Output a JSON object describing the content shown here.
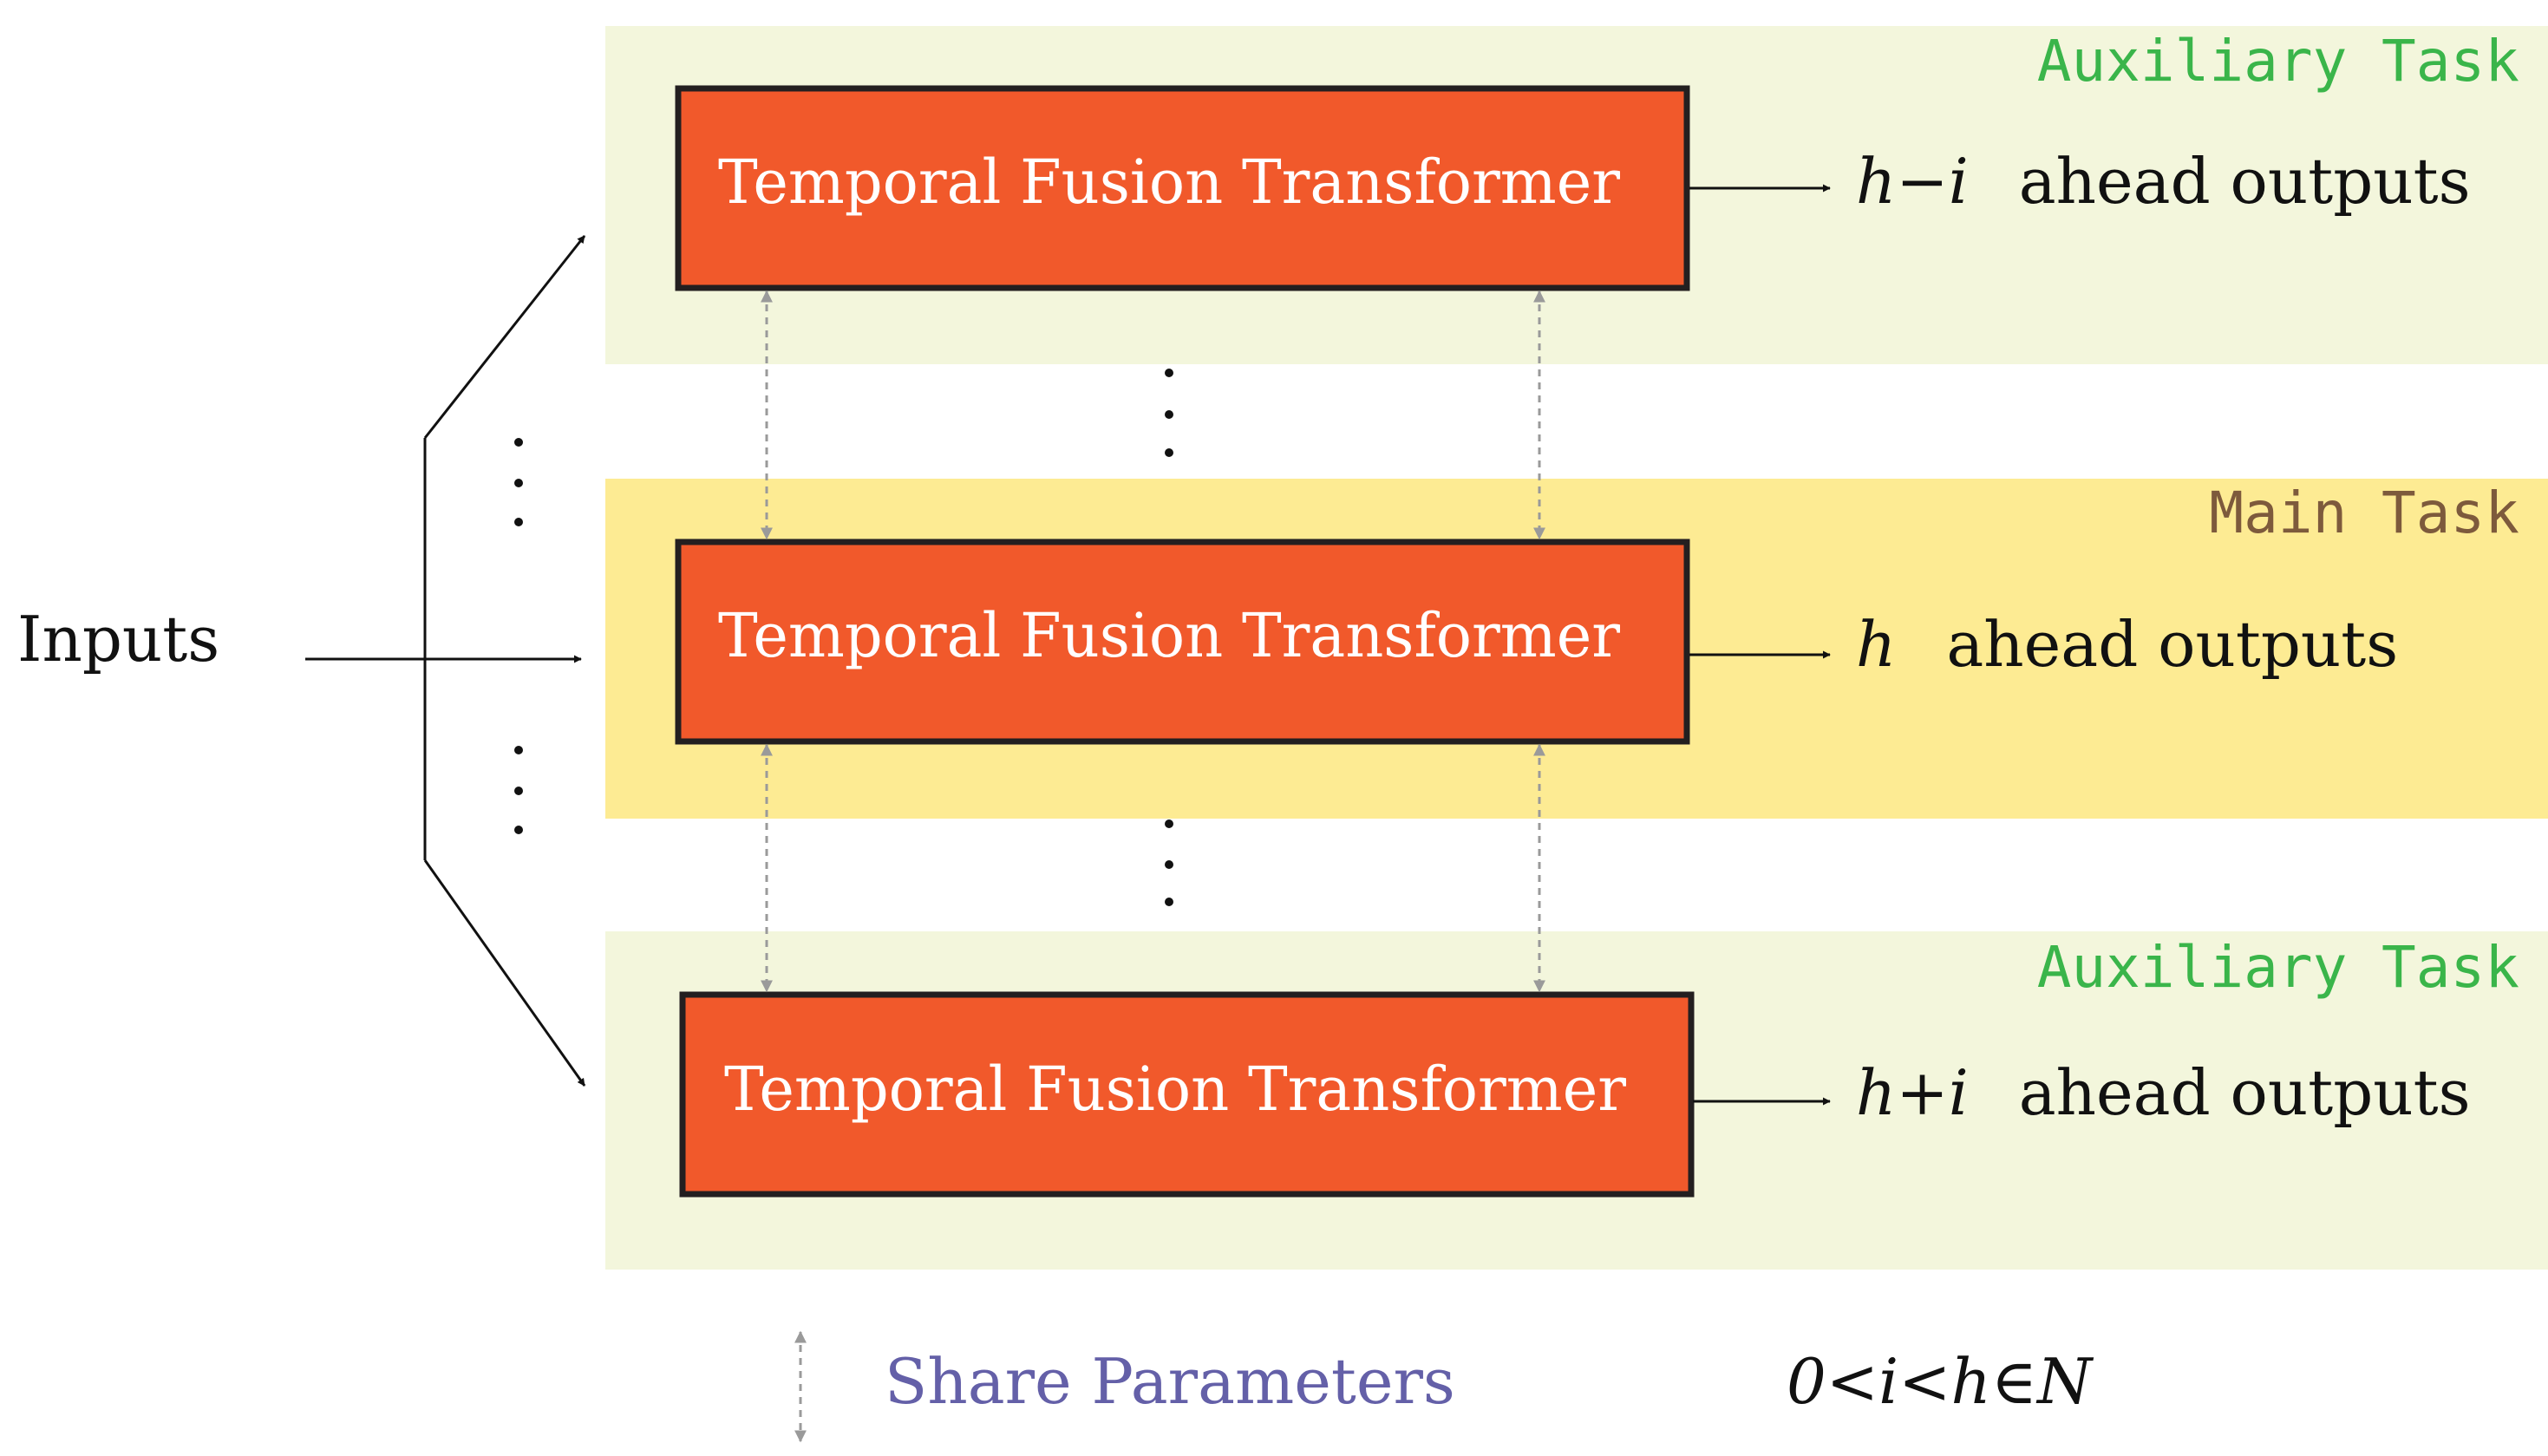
{
  "inputs_label": "Inputs",
  "tasks": [
    {
      "task_label": "Auxiliary Task",
      "model_label": "Temporal Fusion Transformer",
      "horizon_expr": "h−i",
      "output_label": "ahead outputs"
    },
    {
      "task_label": "Main Task",
      "model_label": "Temporal Fusion Transformer",
      "horizon_expr": "h",
      "output_label": "ahead outputs"
    },
    {
      "task_label": "Auxiliary Task",
      "model_label": "Temporal Fusion Transformer",
      "horizon_expr": "h+i",
      "output_label": "ahead outputs"
    }
  ],
  "legend": {
    "share_label": "Share Parameters",
    "constraint": "0<i<h∈N"
  },
  "colors": {
    "auxiliary_band": "#f3f6dc",
    "main_band": "#fdeb93",
    "box_fill": "#f1592b",
    "box_border": "#231f20",
    "box_text": "#ffffff",
    "auxiliary_label": "#3ab54a",
    "main_label": "#7d5a3c",
    "share_text": "#6460a8",
    "dashed_arrow": "#9a9a9a",
    "text": "#111111"
  }
}
